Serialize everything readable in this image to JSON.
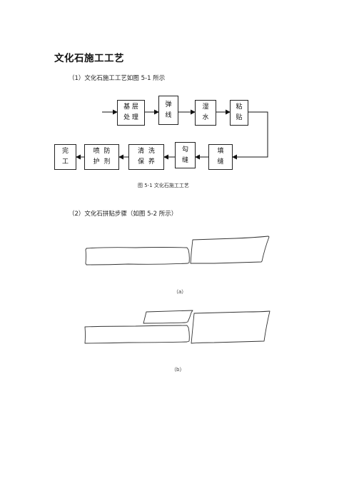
{
  "title": "文化石施工工艺",
  "section1": "（1）文化石施工工艺如图 5-1 所示",
  "flow": {
    "nodes": {
      "base": [
        "基 层",
        "处 理"
      ],
      "line": [
        "弹",
        "线"
      ],
      "wet": [
        "湿",
        "水"
      ],
      "paste": [
        "粘",
        "贴"
      ],
      "fill": [
        "填",
        "缝"
      ],
      "hook": [
        "勾",
        "缝"
      ],
      "clean": [
        "清  洗",
        "保  养"
      ],
      "spray": [
        "喷  防",
        "护  剂"
      ],
      "finish": [
        "完",
        "工"
      ]
    },
    "caption": "图 5-1  文化石施工工艺"
  },
  "section2": "（2）文化石拼贴步骤（如图 5-2 所示）",
  "figure_a_label": "（a）",
  "figure_b_label": "（b）"
}
